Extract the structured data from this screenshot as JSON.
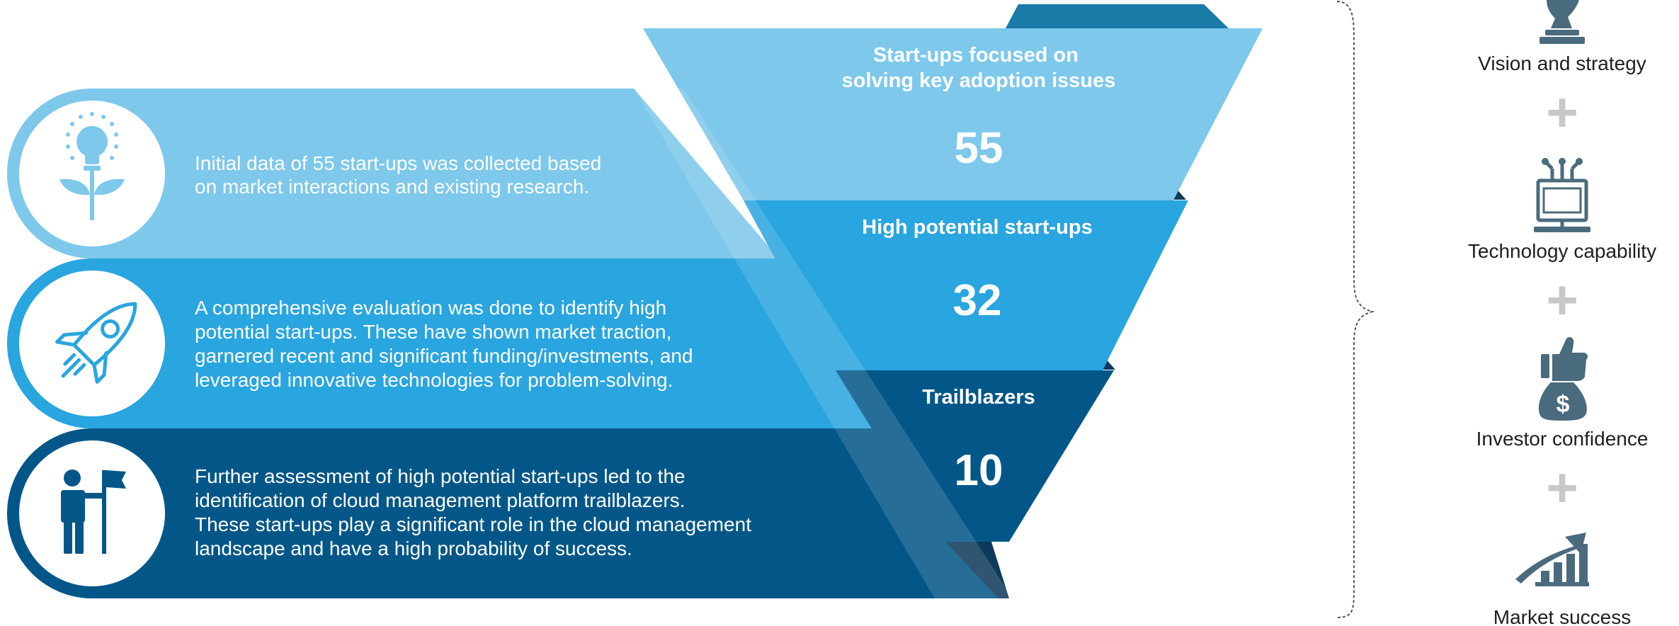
{
  "stages": [
    {
      "icon": "lightbulb-plant-icon",
      "description_lines": [
        "Initial data of 55 start-ups was collected based",
        "on market interactions and existing research."
      ],
      "heading_lines": [
        "Start-ups focused on",
        "solving key adoption issues"
      ],
      "count": "55",
      "color": "#7dc8eb"
    },
    {
      "icon": "rocket-icon",
      "description_lines": [
        "A comprehensive evaluation was done to identify high",
        "potential start-ups. These have shown market traction,",
        "garnered recent and significant funding/investments, and",
        "leveraged innovative technologies for problem-solving."
      ],
      "heading_lines": [
        "High potential start-ups"
      ],
      "count": "32",
      "color": "#29a5df"
    },
    {
      "icon": "person-with-flag-icon",
      "description_lines": [
        "Further assessment of high potential start-ups led to the",
        "identification of cloud management platform trailblazers.",
        "These start-ups play a significant role in the cloud management",
        "landscape and have a high probability of success."
      ],
      "heading_lines": [
        "Trailblazers"
      ],
      "count": "10",
      "color": "#035788"
    }
  ],
  "criteria": [
    {
      "label": "Vision and strategy",
      "icon": "chess-knight-icon"
    },
    {
      "label": "Technology capability",
      "icon": "circuit-monitor-icon"
    },
    {
      "label": "Investor confidence",
      "icon": "thumbs-up-money-bag-icon"
    },
    {
      "label": "Market success",
      "icon": "growth-bar-chart-icon"
    }
  ],
  "plus_symbol": "+",
  "colors": {
    "icon_slate": "#4a6b7d",
    "plus_gray": "#c8c8c8",
    "brace": "#555555",
    "dark_accent": "#1a7aa8",
    "darkest_accent": "#0d3a5a"
  }
}
